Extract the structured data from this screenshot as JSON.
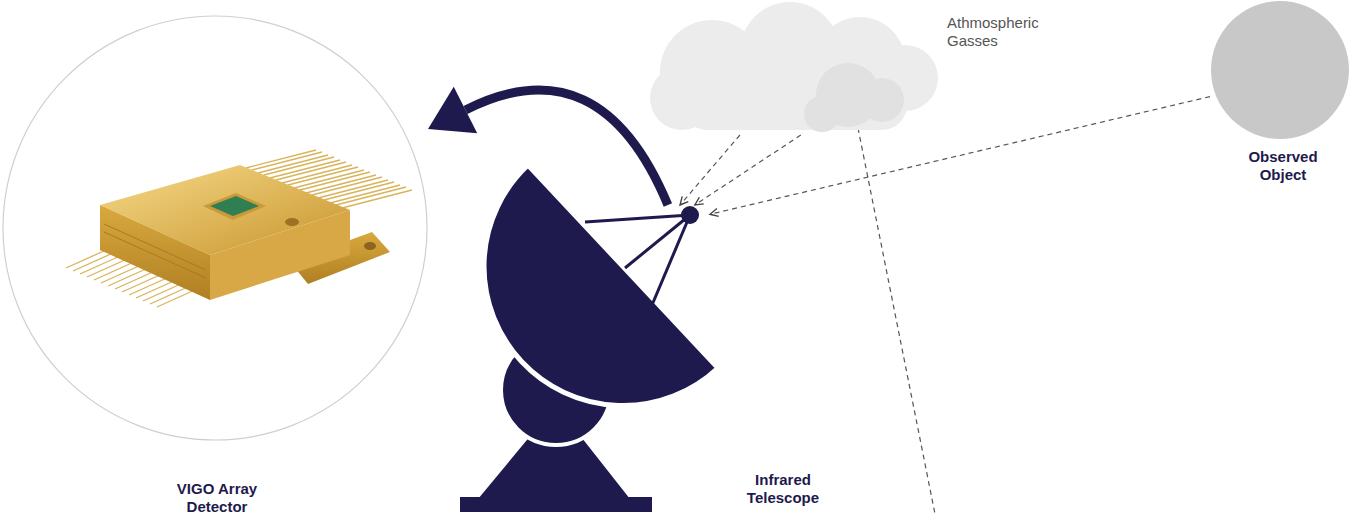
{
  "diagram": {
    "nodes": [
      {
        "text": [
          "VIGO Array Detector"
        ]
      },
      {
        "text": [
          "Infrared Telescope"
        ]
      },
      {
        "text": [
          "Athmospheric Gasses"
        ]
      },
      {
        "text": [
          "Observed Object"
        ]
      }
    ],
    "edges": [
      {
        "from": 3,
        "to": 1,
        "arrow": "to"
      },
      {
        "from": 2,
        "to": 1,
        "arrow": "to"
      },
      {
        "from": 2,
        "to": 1,
        "arrow": "to"
      },
      {
        "from": 1,
        "to": 0,
        "arrow": "to"
      }
    ]
  }
}
